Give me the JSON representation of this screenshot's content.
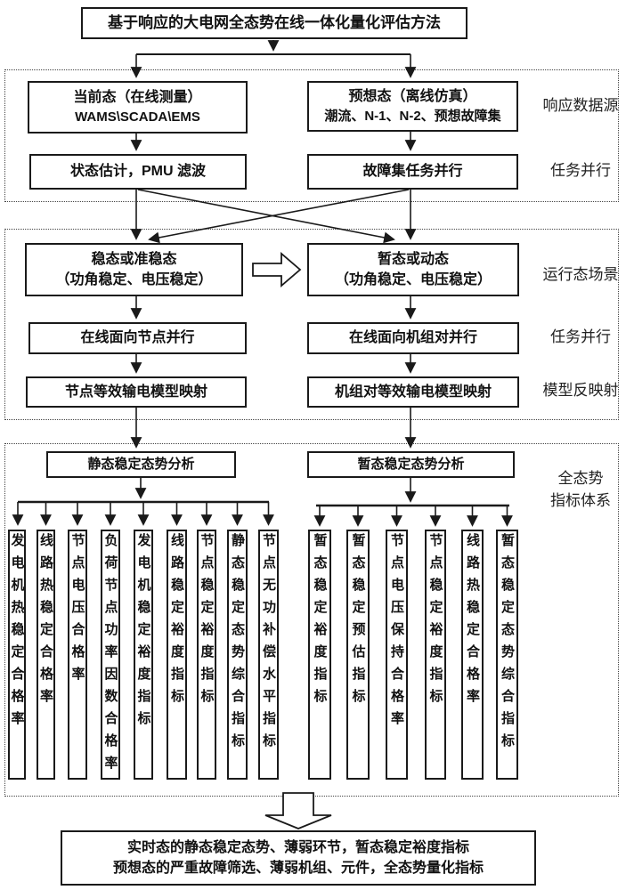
{
  "title": "基于响应的大电网全态势在线一体化量化评估方法",
  "section1": {
    "label_datasource": "响应数据源",
    "label_parallel": "任务并行",
    "current_state": {
      "line1": "当前态（在线测量）",
      "line2": "WAMS\\SCADA\\EMS"
    },
    "expected_state": {
      "line1": "预想态（离线仿真）",
      "line2": "潮流、N-1、N-2、预想故障集"
    },
    "state_estimation": "状态估计，PMU 滤波",
    "fault_set_parallel": "故障集任务并行"
  },
  "section2": {
    "label_scenario": "运行态场景",
    "label_parallel": "任务并行",
    "label_model": "模型反映射",
    "steady_state": {
      "line1": "稳态或准稳态",
      "line2": "（功角稳定、电压稳定）"
    },
    "transient_state": {
      "line1": "暂态或动态",
      "line2": "（功角稳定、电压稳定）"
    },
    "node_parallel": "在线面向节点并行",
    "unit_parallel": "在线面向机组对并行",
    "node_model": "节点等效输电模型映射",
    "unit_model": "机组对等效输电模型映射"
  },
  "section3": {
    "label_line1": "全态势",
    "label_line2": "指标体系",
    "static_analysis": "静态稳定态势分析",
    "transient_analysis": "暂态稳定态势分析",
    "static_indicators": [
      "发电机热稳定合格率",
      "线路热稳定合格率",
      "节点电压合格率",
      "负荷节点功率因数合格率",
      "发电机稳定裕度指标",
      "线路稳定裕度指标",
      "节点稳定裕度指标",
      "静态稳定态势综合指标",
      "节点无功补偿水平指标"
    ],
    "transient_indicators": [
      "暂态稳定裕度指标",
      "暂态稳定预估指标",
      "节点电压保持合格率",
      "节点稳定裕度指标",
      "线路热稳定合格率",
      "暂态稳定态势综合指标"
    ]
  },
  "bottom": {
    "line1": "实时态的静态稳定态势、薄弱环节，暂态稳定裕度指标",
    "line2": "预想态的严重故障筛选、薄弱机组、元件，全态势量化指标"
  },
  "colors": {
    "line": "#1a1a1a",
    "background": "#ffffff"
  }
}
